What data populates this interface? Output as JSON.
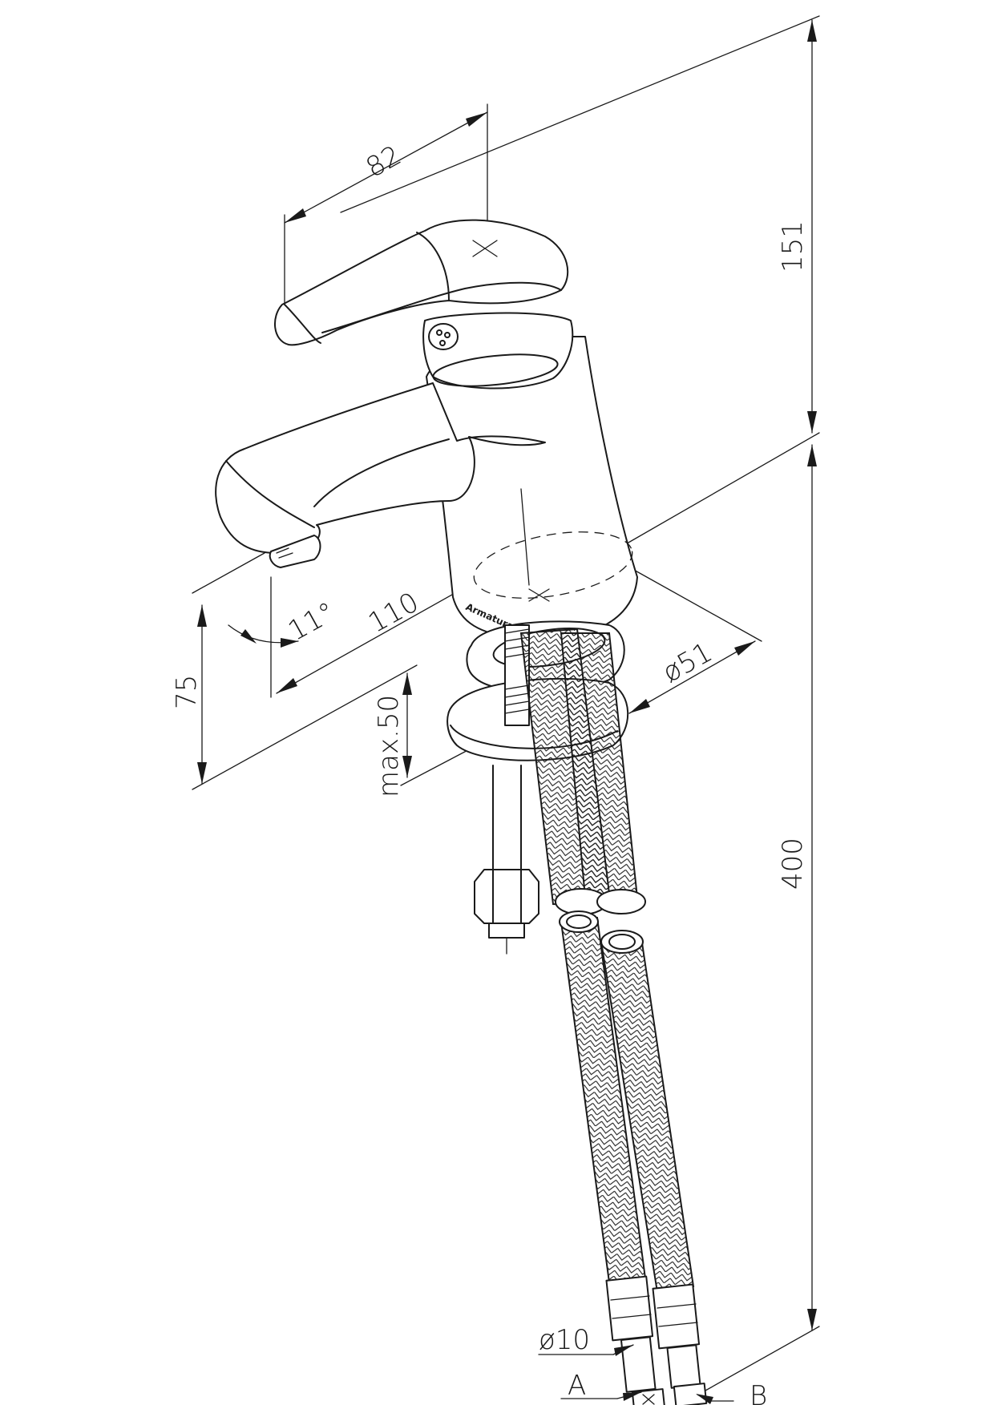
{
  "dimensions": {
    "handle_length": "82",
    "total_height": "151",
    "spout_reach": "110",
    "spout_angle": "11°",
    "spout_height": "75",
    "body_diameter": "ø51",
    "max_thickness": "max.50",
    "hose_length": "400",
    "hose_diameter": "ø10"
  },
  "connections": {
    "a": "A",
    "b": "B"
  },
  "brand_mark": "Armatura"
}
